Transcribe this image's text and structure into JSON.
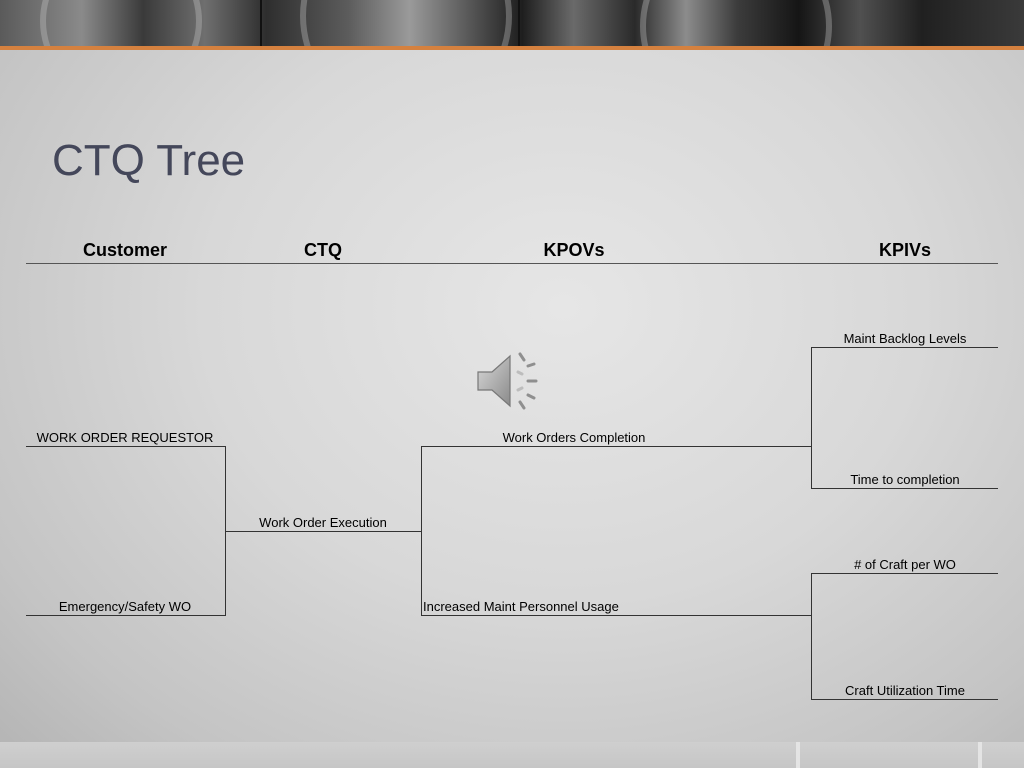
{
  "slide": {
    "title": "CTQ Tree"
  },
  "columns": {
    "customer": "Customer",
    "ctq": "CTQ",
    "kpovs": "KPOVs",
    "kpivs": "KPIVs"
  },
  "tree": {
    "customers": [
      "WORK ORDER REQUESTOR",
      "Emergency/Safety WO"
    ],
    "ctq": "Work Order Execution",
    "kpovs": [
      "Work Orders Completion",
      "Increased Maint Personnel Usage"
    ],
    "kpivs": [
      "Maint Backlog Levels",
      "Time to completion",
      "# of Craft per WO",
      "Craft Utilization Time"
    ]
  },
  "colors": {
    "accent": "#d5813f",
    "title": "#44475a"
  },
  "icons": {
    "audio": "speaker-icon"
  }
}
